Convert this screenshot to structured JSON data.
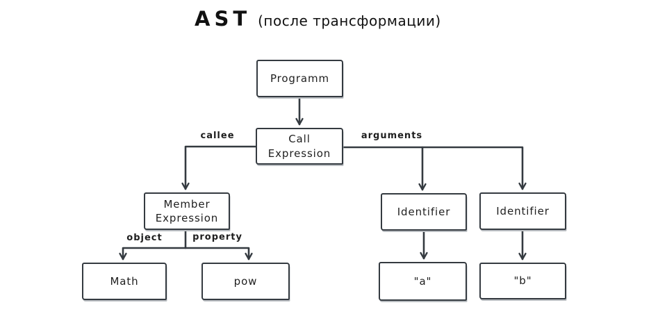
{
  "title": {
    "heading": "AST",
    "subtitle": "(после трансформации)"
  },
  "nodes": {
    "programm": {
      "label": "Programm"
    },
    "call_expression": {
      "label": "Call Expression"
    },
    "member_expression": {
      "label": "Member Expression"
    },
    "identifier_left": {
      "label": "Identifier"
    },
    "identifier_right": {
      "label": "Identifier"
    },
    "math": {
      "label": "Math"
    },
    "pow": {
      "label": "pow"
    },
    "literal_a": {
      "label": "\"a\""
    },
    "literal_b": {
      "label": "\"b\""
    }
  },
  "edges": {
    "callee": {
      "label": "callee"
    },
    "arguments": {
      "label": "arguments"
    },
    "object": {
      "label": "object"
    },
    "property": {
      "label": "property"
    }
  },
  "colors": {
    "stroke": "#343a40",
    "text": "#1e1e1e",
    "background": "#ffffff"
  }
}
